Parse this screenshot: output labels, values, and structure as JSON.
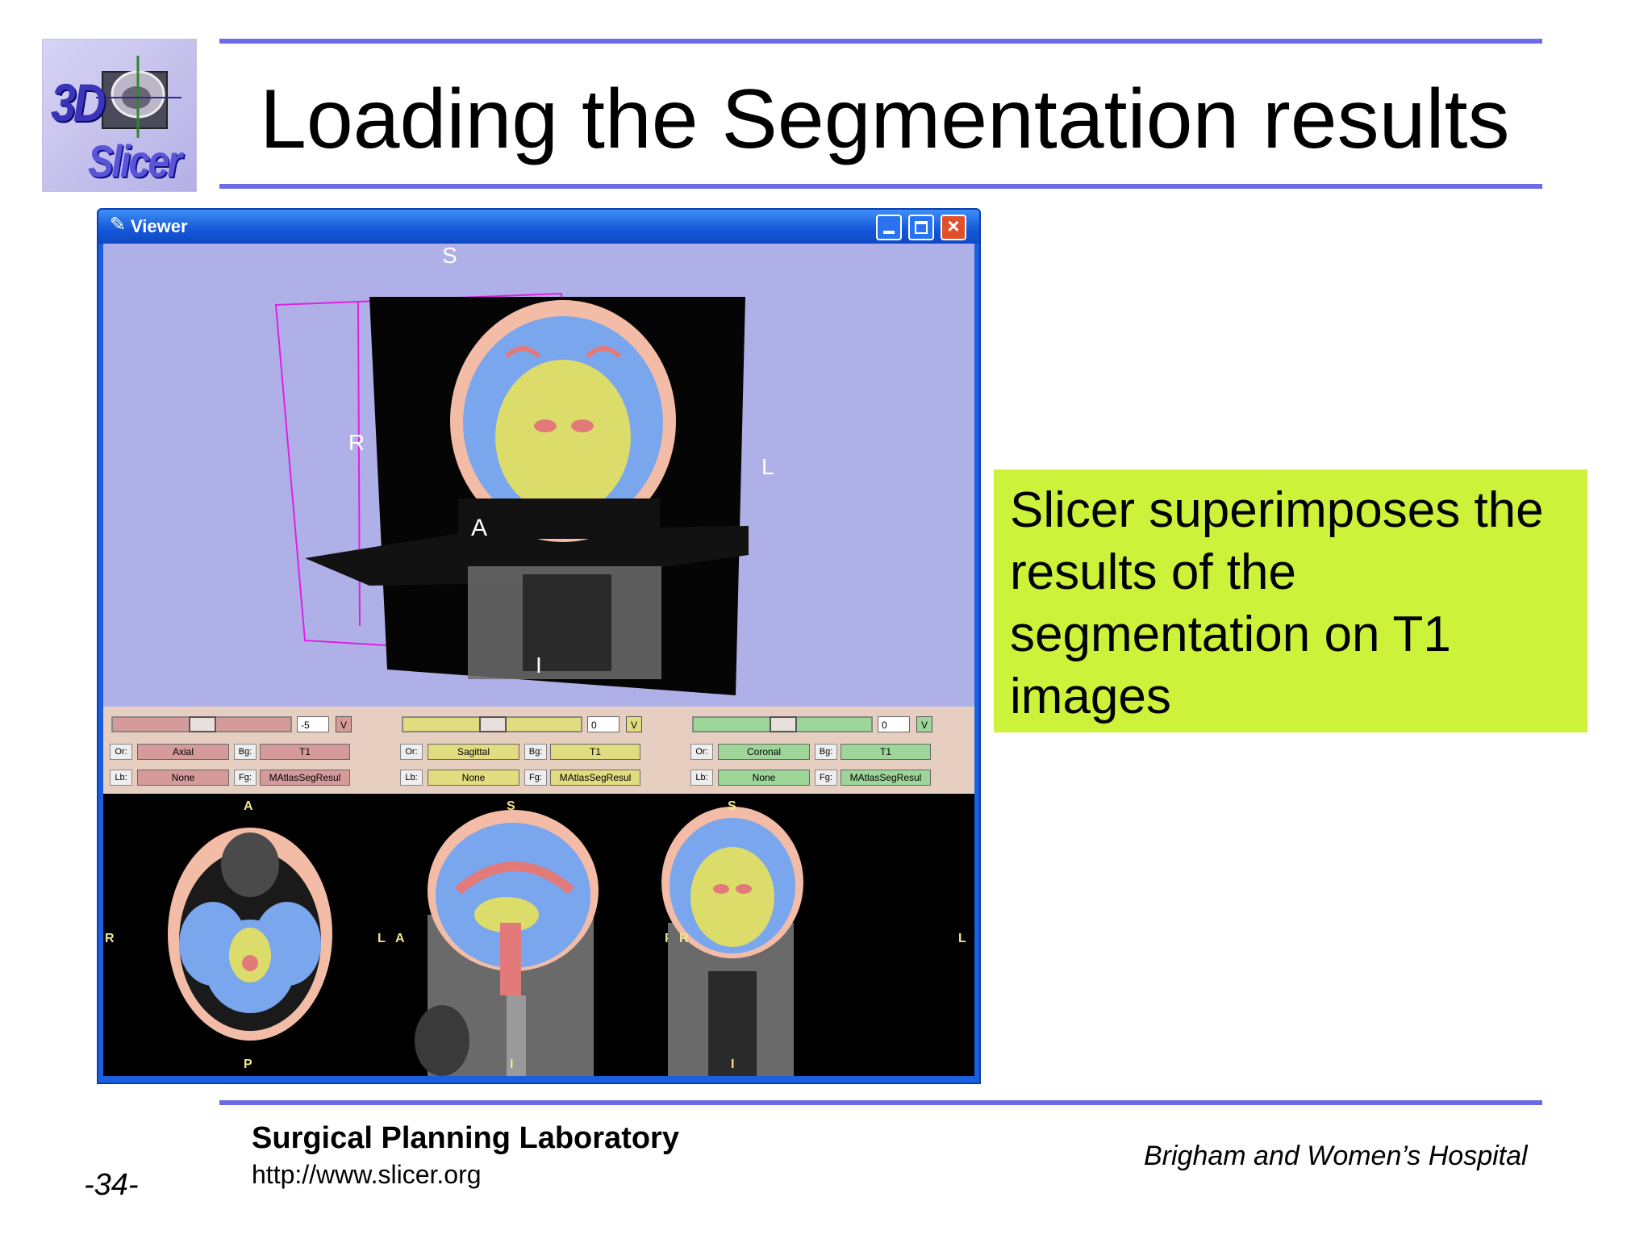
{
  "slide": {
    "title": "Loading the Segmentation results",
    "logo": {
      "line1": "3D",
      "line2": "Slicer"
    },
    "rule_color": "#6b6bea"
  },
  "viewer": {
    "title": "Viewer",
    "view3d": {
      "background": "#b0b0e8",
      "orientation_labels": {
        "superior": "S",
        "right": "R",
        "left": "L",
        "anterior": "A",
        "inferior": "I"
      }
    },
    "slice_controls": [
      {
        "id": "axial",
        "color": "#d59b9b",
        "slider_value": "-5",
        "visibility": "V",
        "or_label": "Or:",
        "orientation": "Axial",
        "bg_label": "Bg:",
        "background": "T1",
        "lb_label": "Lb:",
        "label": "None",
        "fg_label": "Fg:",
        "foreground": "MAtlasSegResul"
      },
      {
        "id": "sagittal",
        "color": "#e2dc80",
        "slider_value": "0",
        "visibility": "V",
        "or_label": "Or:",
        "orientation": "Sagittal",
        "bg_label": "Bg:",
        "background": "T1",
        "lb_label": "Lb:",
        "label": "None",
        "fg_label": "Fg:",
        "foreground": "MAtlasSegResul"
      },
      {
        "id": "coronal",
        "color": "#9ed69a",
        "slider_value": "0",
        "visibility": "V",
        "or_label": "Or:",
        "orientation": "Coronal",
        "bg_label": "Bg:",
        "background": "T1",
        "lb_label": "Lb:",
        "label": "None",
        "fg_label": "Fg:",
        "foreground": "MAtlasSegResul"
      }
    ],
    "slice_views": [
      {
        "id": "axial",
        "top": "A",
        "bottom": "P",
        "left": "R",
        "right": "L"
      },
      {
        "id": "sagittal",
        "top": "S",
        "bottom": "I",
        "left": "A",
        "right": "P"
      },
      {
        "id": "coronal",
        "top": "S",
        "bottom": "I",
        "left": "R",
        "right": "L"
      }
    ],
    "colors": {
      "white_matter": "#dcdc6a",
      "gray_matter": "#7aa6ee",
      "csf": "#e27a7a",
      "skin": "#f3bca6",
      "orientation_text": "#f0e68c"
    }
  },
  "note": {
    "text": "Slicer superimposes the results of the segmentation on T1 images",
    "background": "#ccf23a"
  },
  "footer": {
    "organization": "Surgical Planning Laboratory",
    "url": "http://www.slicer.org",
    "page": "-34-",
    "hospital": "Brigham and Women’s Hospital"
  }
}
